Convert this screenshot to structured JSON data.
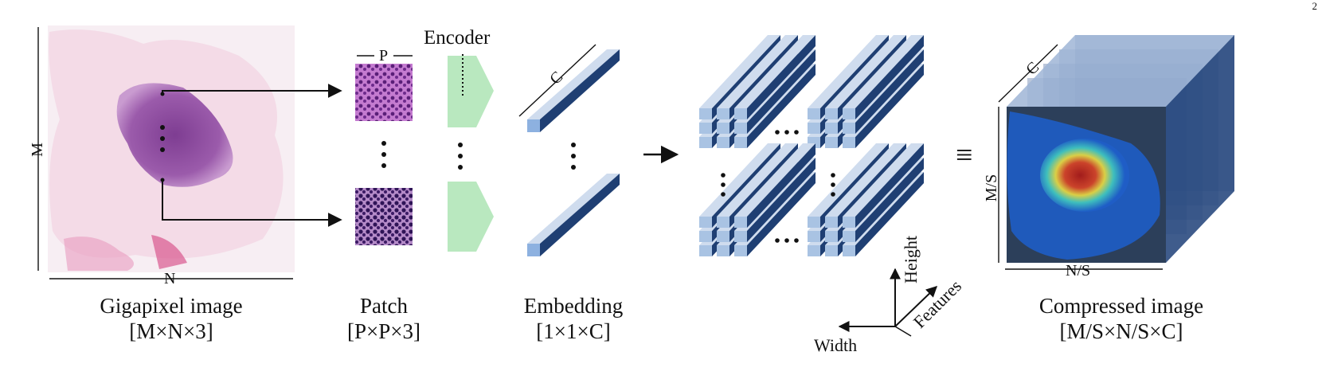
{
  "page_number": "2",
  "stages": {
    "gigapixel": {
      "title": "Gigapixel image",
      "dims": "[M×N×3]",
      "dim_m": "M",
      "dim_n": "N"
    },
    "patch": {
      "title": "Patch",
      "dims": "[P×P×3]",
      "dim_p": "P"
    },
    "encoder": {
      "title": "Encoder"
    },
    "embedding": {
      "title": "Embedding",
      "dims": "[1×1×C]",
      "dim_c": "C"
    },
    "compressed": {
      "title": "Compressed image",
      "dims": "[M/S×N/S×C]",
      "dim_c": "C",
      "dim_ms": "M/S",
      "dim_ns": "N/S"
    }
  },
  "axes": {
    "height": "Height",
    "features": "Features",
    "width": "Width"
  },
  "symbols": {
    "equivalent": "≡",
    "ellipsis": "⋯"
  },
  "colors": {
    "tissue_pink": "#e9b3cf",
    "tissue_purple": "#8e4a9e",
    "encoder_green": "#b9e8bf",
    "bar_light": "#a9c3e3",
    "bar_top": "#cfdcee",
    "bar_dark": "#1f3f73",
    "heatmap_blue": "#1858c8",
    "heatmap_red": "#c81a0a"
  }
}
